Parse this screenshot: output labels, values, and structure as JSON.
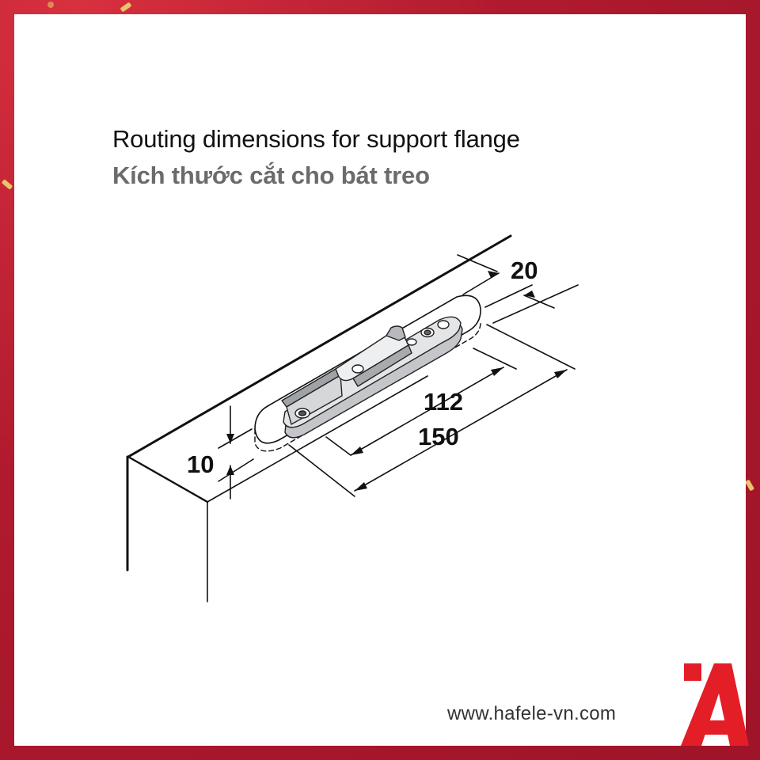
{
  "title_en": "Routing dimensions for support flange",
  "title_vi": "Kích thước cắt cho bát treo",
  "dimensions": {
    "width_slot": "20",
    "length_inner": "112",
    "length_outer": "150",
    "depth": "10"
  },
  "website": "www.hafele-vn.com",
  "colors": {
    "frame": "#b5182f",
    "accent": "#e31e26",
    "line": "#111111",
    "subtitle": "#6b6b6b"
  },
  "icons": [
    "hafele-logo-icon",
    "confetti-decoration"
  ]
}
